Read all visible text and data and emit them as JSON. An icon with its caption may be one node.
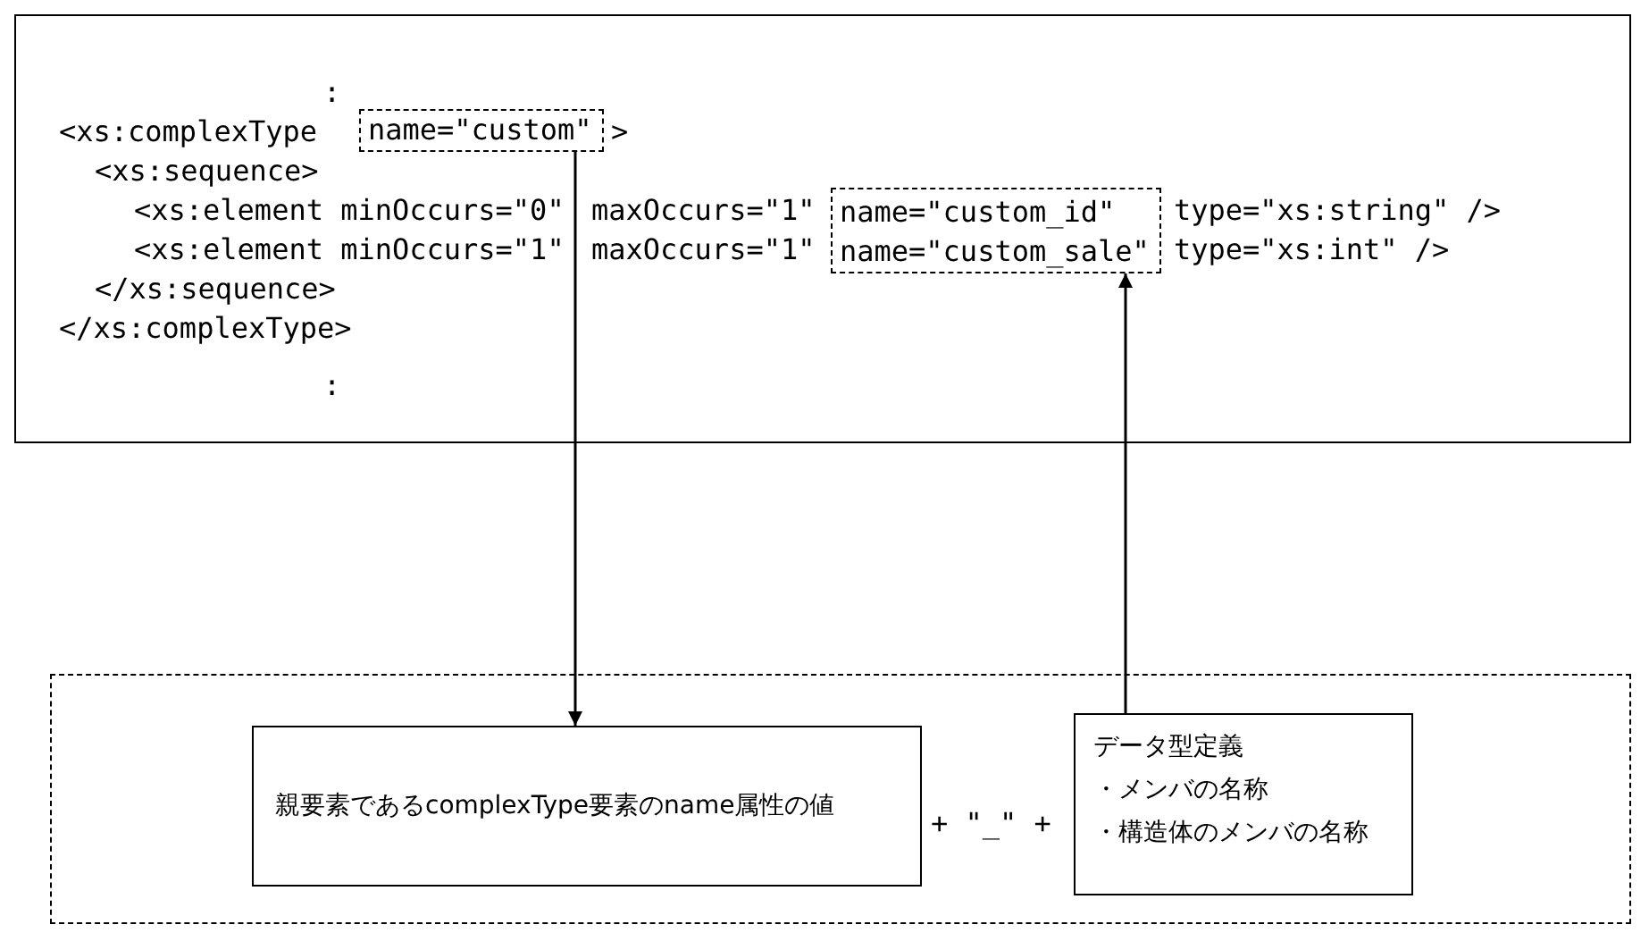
{
  "diagram": {
    "nodes": [
      {
        "text": [
          ":",
          "<xs:complexType",
          ">",
          "<xs:sequence>",
          "<xs:element minOccurs=\"0\"",
          "maxOccurs=\"1\"",
          "type=\"xs:string\" />",
          "<xs:element minOccurs=\"1\"",
          "maxOccurs=\"1\"",
          "type=\"xs:int\" />",
          "</xs:sequence>",
          "</xs:complexType>",
          ":"
        ]
      },
      {
        "text": [
          "name=\"custom\""
        ],
        "in": 0
      },
      {
        "text": [
          "name=\"custom_id\"",
          "name=\"custom_sale\""
        ],
        "in": 0
      },
      {
        "text": [],
        "shape": "box"
      },
      {
        "text": [
          "親要素であるcomplexType要素のname属性の値"
        ],
        "in": 3
      },
      {
        "text": [
          "データ型定義",
          "・メンバの名称",
          "・構造体のメンバの名称"
        ],
        "in": 3
      }
    ],
    "edges": [
      {
        "from": 1,
        "to": 4,
        "arrow": "to"
      },
      {
        "from": 5,
        "to": 2,
        "arrow": "to"
      }
    ],
    "labels": [
      "+ \"_\" +"
    ]
  }
}
